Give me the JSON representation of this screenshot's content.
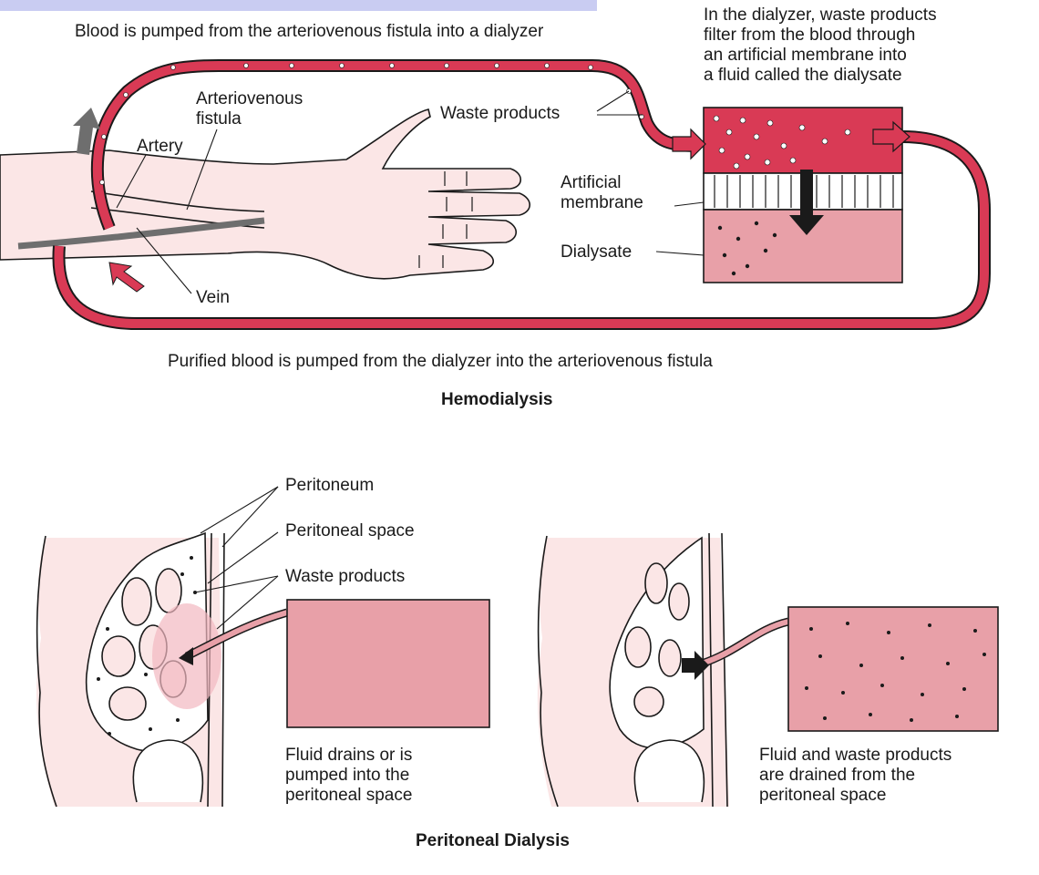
{
  "hemodialysis": {
    "caption_top": "Blood is pumped from the arteriovenous fistula into a dialyzer",
    "caption_dialyzer": "In the dialyzer, waste products\nfilter from the blood through\nan artificial membrane into\na fluid called the dialysate",
    "label_fistula": "Arteriovenous\nfistula",
    "label_artery": "Artery",
    "label_vein": "Vein",
    "label_waste": "Waste products",
    "label_membrane": "Artificial\nmembrane",
    "label_dialysate": "Dialysate",
    "caption_bottom": "Purified blood is pumped from the dialyzer into the arteriovenous fistula",
    "title": "Hemodialysis"
  },
  "peritoneal": {
    "label_peritoneum": "Peritoneum",
    "label_space": "Peritoneal space",
    "label_waste": "Waste products",
    "caption_fill": "Fluid drains or is\npumped into the\nperitoneal space",
    "caption_drain": "Fluid and waste products\nare drained from the\nperitoneal space",
    "title": "Peritoneal Dialysis"
  },
  "colors": {
    "blood": "#d93a55",
    "dialysate": "#e8a0a8",
    "skin": "#fbe6e6",
    "outline": "#1a1a1a",
    "arrow_gray": "#6e6e6e"
  }
}
